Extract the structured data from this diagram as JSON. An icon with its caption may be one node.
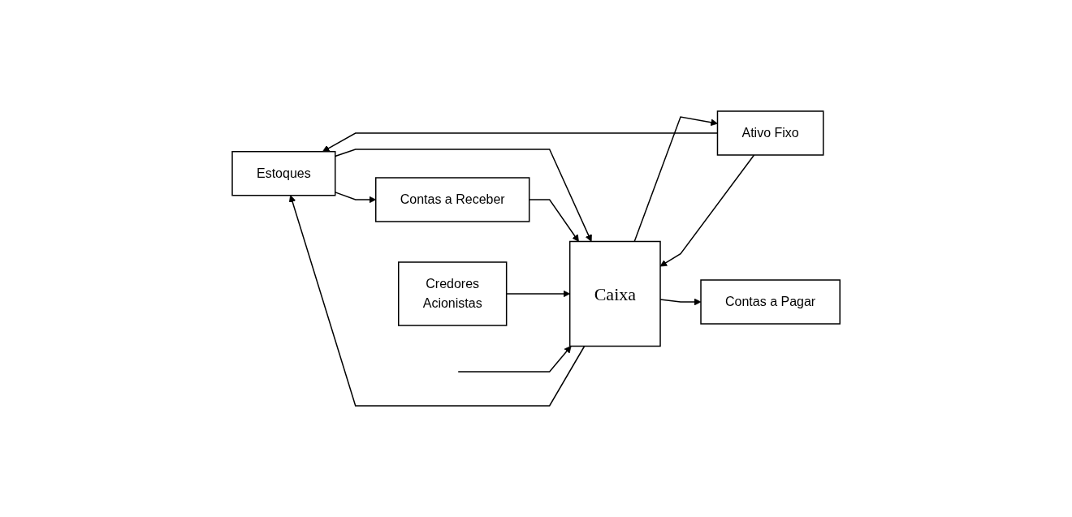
{
  "diagram": {
    "nodes": [
      {
        "text": [
          "Estoques"
        ]
      },
      {
        "text": [
          "Ativo Fixo"
        ]
      },
      {
        "text": [
          "Contas a Receber"
        ]
      },
      {
        "text": [
          "Caixa"
        ]
      },
      {
        "text": [
          "Credores",
          "Acionistas"
        ]
      },
      {
        "text": [
          "Contas a Pagar"
        ]
      }
    ],
    "edges": [
      {
        "from": 0,
        "to": 2,
        "arrow": "to"
      },
      {
        "from": 0,
        "to": 3,
        "arrow": "to"
      },
      {
        "from": 1,
        "to": 0,
        "arrow": "to"
      },
      {
        "from": 1,
        "to": 3,
        "arrow": "to"
      },
      {
        "from": 2,
        "to": 3,
        "arrow": "to"
      },
      {
        "from": 4,
        "to": 3,
        "arrow": "to"
      },
      {
        "from": 3,
        "to": 1,
        "arrow": "to"
      },
      {
        "from": 3,
        "to": 0,
        "arrow": "to"
      },
      {
        "from": 3,
        "to": 5,
        "arrow": "to"
      },
      {
        "from": null,
        "to": 3,
        "arrow": "to"
      }
    ]
  }
}
